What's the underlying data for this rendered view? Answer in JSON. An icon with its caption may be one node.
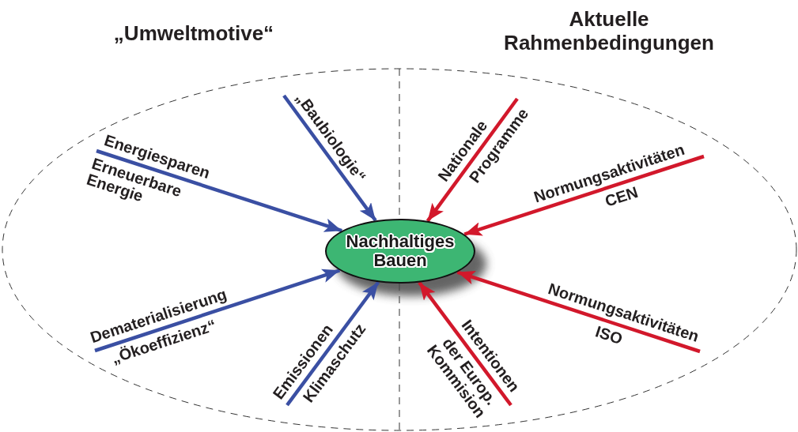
{
  "diagram": {
    "nodes": [
      {
        "text": [
          "Energiesparen",
          "Erneuerbare Energie"
        ]
      },
      {
        "text": [
          "„Baubiologie“"
        ]
      },
      {
        "text": [
          "Nationale",
          "Programme"
        ]
      },
      {
        "text": [
          "Normungsaktivitäten",
          "CEN"
        ]
      },
      {
        "text": [
          "Nachhaltiges Bauen"
        ]
      },
      {
        "text": [
          "Dematerialisierung",
          "„Ökoeffizienz“"
        ]
      },
      {
        "text": [
          "Emissionen",
          "Klimaschutz"
        ]
      },
      {
        "text": [
          "Intentionen",
          "der Europ. Kommision"
        ]
      },
      {
        "text": [
          "Normungsaktivitäten",
          "ISO"
        ]
      }
    ],
    "edges": [
      {
        "from": 0,
        "to": 4,
        "arrow": "to",
        "color": "#3a4fa3"
      },
      {
        "from": 1,
        "to": 4,
        "arrow": "to",
        "color": "#3a4fa3"
      },
      {
        "from": 2,
        "to": 4,
        "arrow": "to",
        "color": "#d2182b"
      },
      {
        "from": 3,
        "to": 4,
        "arrow": "to",
        "color": "#d2182b"
      },
      {
        "from": 5,
        "to": 4,
        "arrow": "to",
        "color": "#3a4fa3"
      },
      {
        "from": 6,
        "to": 4,
        "arrow": "to",
        "color": "#3a4fa3"
      },
      {
        "from": 7,
        "to": 4,
        "arrow": "to",
        "color": "#d2182b"
      },
      {
        "from": 8,
        "to": 4,
        "arrow": "to",
        "color": "#d2182b"
      }
    ],
    "labels": [
      "„Umweltmotive“",
      "Aktuelle Rahmenbedingungen"
    ]
  }
}
